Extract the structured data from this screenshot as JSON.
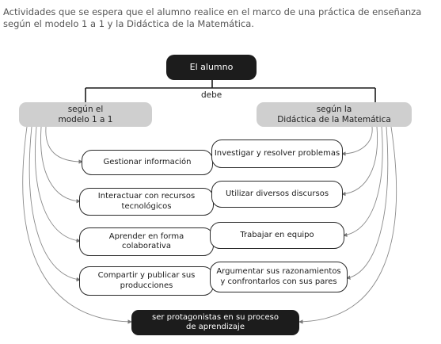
{
  "caption": "Actividades que se espera que el alumno realice en el marco de una práctica de enseñanza según el modelo 1 a 1 y la Didáctica de la Matemática.",
  "diagram": {
    "top_node": "El alumno",
    "connector_label": "debe",
    "left_branch": "según el\nmodelo 1 a 1",
    "right_branch": "según la\nDidáctica de la Matemática",
    "left_items": [
      "Gestionar información",
      "Interactuar con recursos\ntecnológicos",
      "Aprender en forma\ncolaborativa",
      "Compartir y publicar sus\nproducciones"
    ],
    "right_items": [
      "Investigar y resolver problemas",
      "Utilizar diversos discursos",
      "Trabajar en equipo",
      "Argumentar sus razonamientos\ny confrontarlos con sus pares"
    ],
    "bottom_node": "ser protagonistas en su proceso\nde aprendizaje"
  }
}
